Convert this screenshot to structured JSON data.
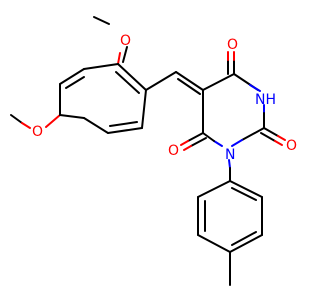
{
  "molecule": {
    "atoms": {
      "o_methoxy_top": {
        "text": "O",
        "color": "#ff0000"
      },
      "o_methoxy_left": {
        "text": "O",
        "color": "#ff0000"
      },
      "o_carbonyl_top": {
        "text": "O",
        "color": "#ff0000"
      },
      "o_carbonyl_left": {
        "text": "O",
        "color": "#ff0000"
      },
      "o_carbonyl_right": {
        "text": "O",
        "color": "#ff0000"
      },
      "n_imide_h": {
        "text": "NH",
        "color": "#0000ff"
      },
      "n_aryl": {
        "text": "N",
        "color": "#0000ff"
      }
    }
  }
}
